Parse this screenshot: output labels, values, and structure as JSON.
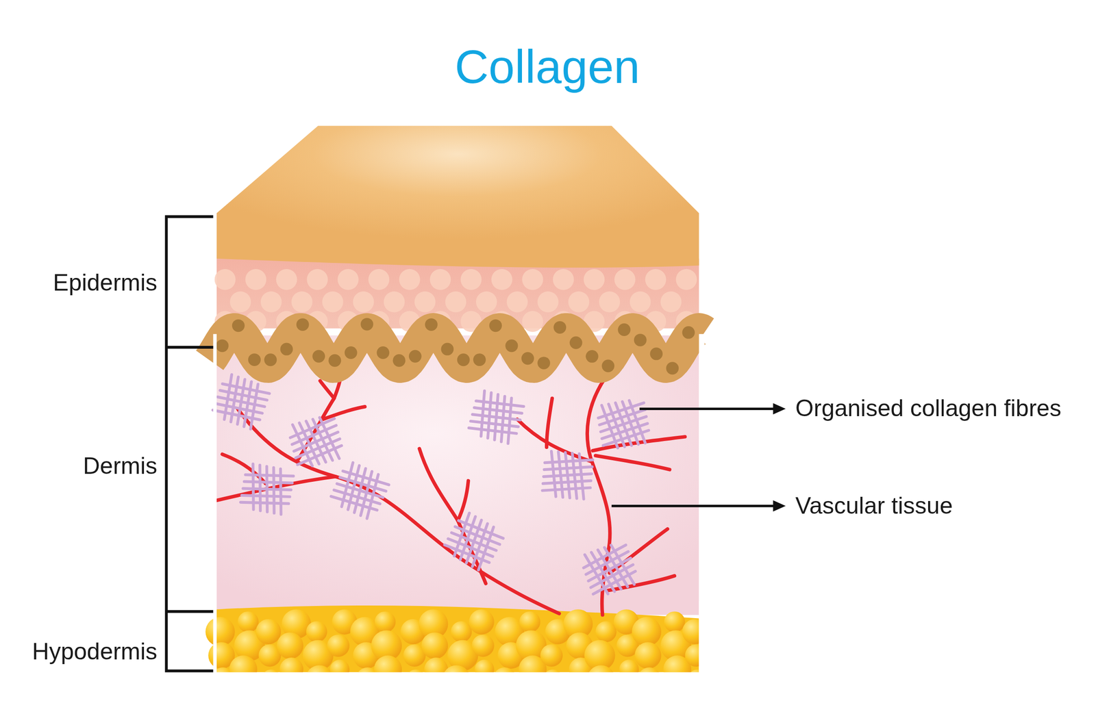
{
  "diagram": {
    "title": "Collagen",
    "labels": [
      "Epidermis",
      "Dermis",
      "Hypodermis",
      "Organised collagen fibres",
      "Vascular tissue"
    ]
  }
}
